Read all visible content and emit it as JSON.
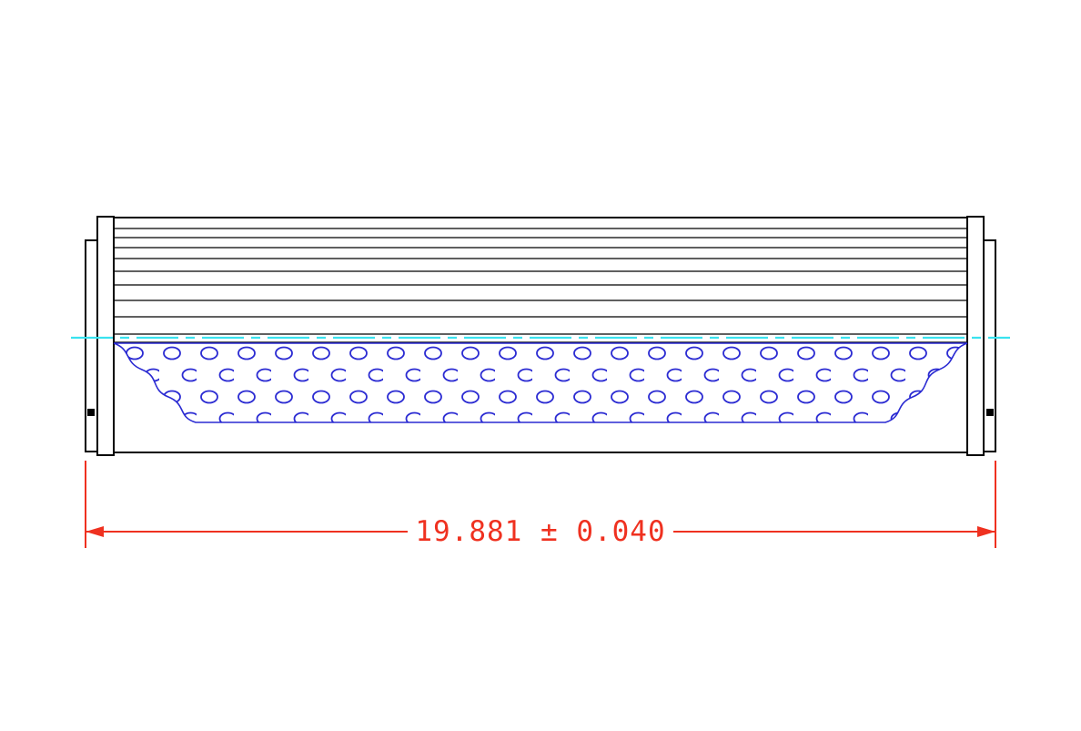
{
  "dimension": {
    "label": "19.881 ± 0.040",
    "value": "19.881",
    "tolerance": "0.040"
  },
  "colors": {
    "outline": "#000000",
    "dimension": "#ef3120",
    "centerline": "#3ae2ef",
    "core": "#2a2ad2",
    "background": "#ffffff"
  }
}
